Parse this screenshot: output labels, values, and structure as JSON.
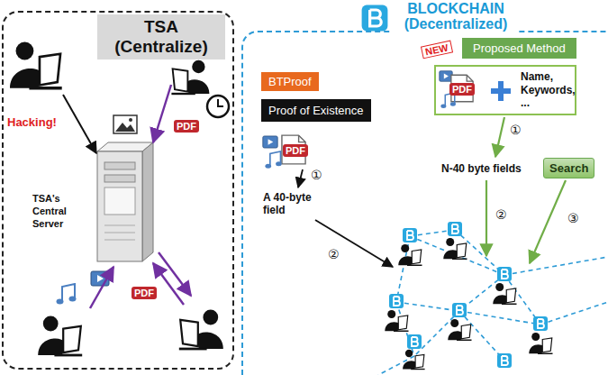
{
  "diagram": {
    "nodes": [
      {
        "text": [
          "TSA (Centralize)"
        ]
      },
      {
        "text": [
          "TSA's Central Server"
        ],
        "in": 0
      },
      {
        "text": [
          "BLOCKCHAIN (Decentralized)"
        ]
      },
      {
        "text": [
          "BTProof"
        ],
        "in": 2
      },
      {
        "text": [
          "Proof of Existence"
        ],
        "in": 2
      },
      {
        "text": [
          "Proposed Method"
        ],
        "in": 2
      },
      {
        "text": [
          "Name, Keywords, ..."
        ],
        "in": 2
      },
      {
        "text": [
          "Search"
        ],
        "in": 2
      }
    ],
    "labels": [
      "Hacking!",
      "PDF",
      "PDF",
      "NEW",
      "PDF",
      "①",
      "A 40-byte field",
      "②",
      "PDF",
      "①",
      "N-40 byte fields",
      "②",
      "③"
    ]
  }
}
